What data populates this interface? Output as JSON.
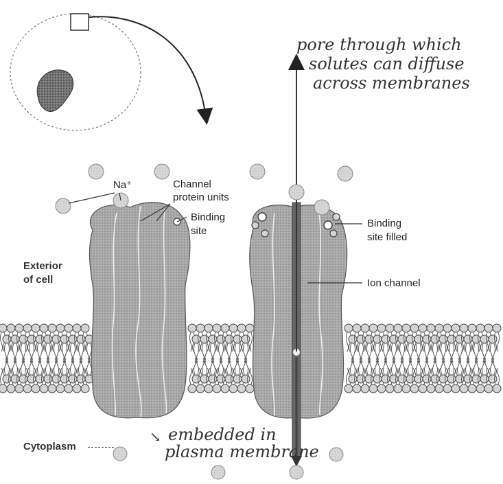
{
  "labels": {
    "na": "Na⁺",
    "channel_units_1": "Channel",
    "channel_units_2": "protein units",
    "binding_1": "Binding",
    "binding_2": "site",
    "binding_filled_1": "Binding",
    "binding_filled_2": "site filled",
    "exterior_1": "Exterior",
    "exterior_2": "of cell",
    "ion_channel": "Ion channel",
    "cytoplasm": "Cytoplasm"
  },
  "handwriting": {
    "pore_line1": "pore through which",
    "pore_line2": "solutes can diffuse",
    "pore_line3": "across membranes",
    "embedded_line1": "embedded in",
    "embedded_line2": "plasma membrane"
  }
}
